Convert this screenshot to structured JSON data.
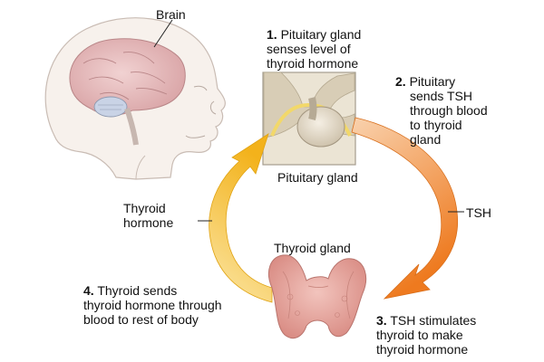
{
  "labels": {
    "brain": "Brain",
    "pituitary_gland": "Pituitary gland",
    "thyroid_gland": "Thyroid gland",
    "tsh": "TSH",
    "thyroid_hormone_line1": "Thyroid",
    "thyroid_hormone_line2": "hormone"
  },
  "steps": [
    {
      "number": "1.",
      "lines": [
        "Pituitary gland",
        "senses level of",
        "thyroid hormone"
      ]
    },
    {
      "number": "2.",
      "lines": [
        "Pituitary",
        "sends TSH",
        "through blood",
        "to thyroid",
        "gland"
      ]
    },
    {
      "number": "3.",
      "lines": [
        "TSH stimulates",
        "thyroid to make",
        "thyroid hormone"
      ]
    },
    {
      "number": "4.",
      "lines": [
        "Thyroid sends",
        "thyroid hormone through",
        "blood to rest of body"
      ]
    }
  ],
  "colors": {
    "tsh_arrow_start": "#f6c8a0",
    "tsh_arrow_end": "#ee7a1f",
    "hormone_arrow_start": "#fbe39a",
    "hormone_arrow_end": "#f3b21b",
    "thyroid_tissue": "#e9a9a2",
    "head_sketch": "#d9cfc8"
  }
}
